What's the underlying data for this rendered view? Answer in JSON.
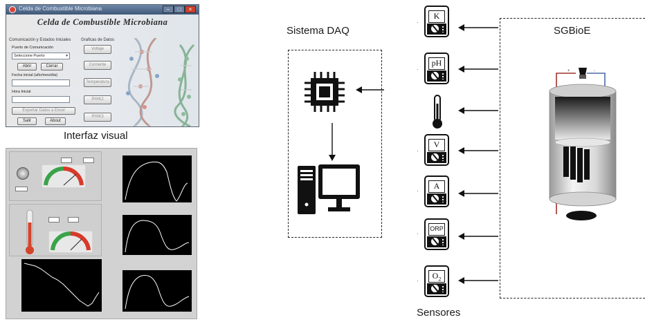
{
  "app_window": {
    "title_bar": "Celda de Combustible Microbiana",
    "heading": "Celda de Combustible Microbiana",
    "comm_group_label": "Comunicación y Estados Iniciales",
    "charts_group_label": "Graficas de Datos",
    "port_label": "Puerto de Comunicación",
    "port_select_value": "Seleccione Puerto",
    "open_button": "Abrir",
    "close_button": "Cerrar",
    "start_date_label": "Fecha inicial  (año/mes/día)",
    "start_time_label": "Hora Inicial",
    "export_button": "Exportar Datos a Excel",
    "exit_button": "Salir",
    "about_button": "About",
    "chart_buttons": [
      "Voltaje",
      "Corriente",
      "Temperatura",
      "PH/K2",
      "PH/K3"
    ]
  },
  "captions": {
    "visual_interface": "Interfaz visual",
    "daq_system": "Sistema DAQ",
    "sensors": "Sensores",
    "sgbioe": "SGBioE"
  },
  "sensors": [
    {
      "label": "K",
      "icon": "conductivity-meter-icon"
    },
    {
      "label": "pH",
      "icon": "ph-meter-icon"
    },
    {
      "label": "",
      "icon": "thermometer-icon"
    },
    {
      "label": "V",
      "icon": "voltmeter-icon"
    },
    {
      "label": "A",
      "icon": "ammeter-icon"
    },
    {
      "label": "ORP",
      "icon": "orp-meter-icon"
    },
    {
      "label": "O2",
      "icon": "oxygen-meter-icon"
    }
  ],
  "colors": {
    "title_bar": "#4a6385",
    "gauge_green": "#3aa34a",
    "gauge_red": "#d83a2a",
    "thermo_fill": "#d4442c",
    "wire_red": "#a0322a",
    "wire_blue": "#4a6aa8"
  }
}
